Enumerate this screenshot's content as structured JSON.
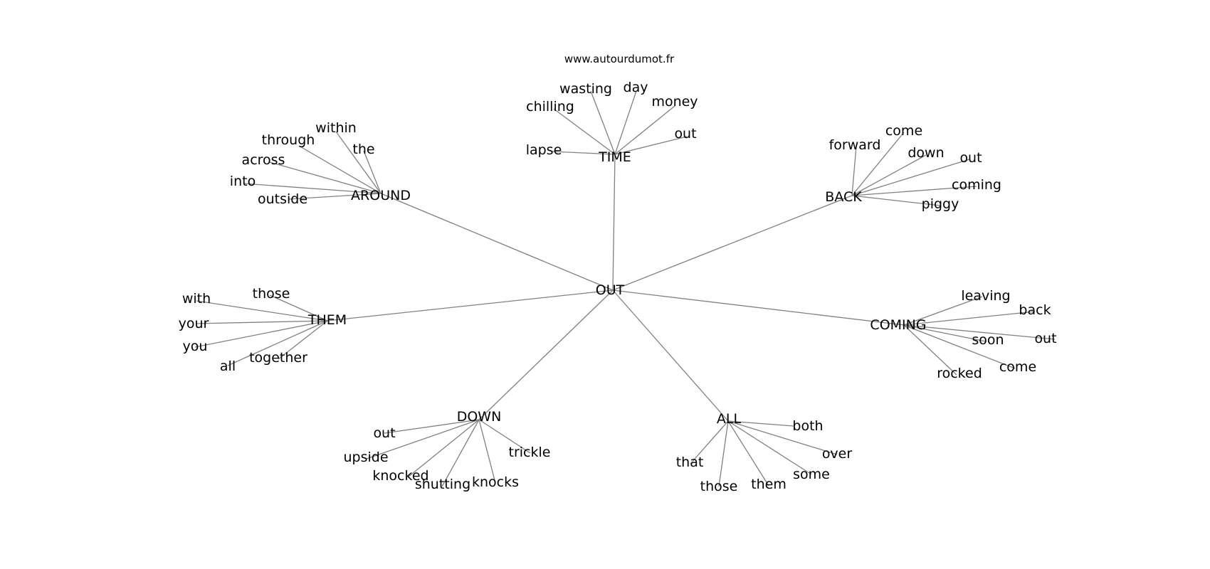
{
  "website": "www.autourdumot.fr",
  "root": "OUT",
  "clusters": [
    {
      "id": "time",
      "hub": "TIME",
      "words": [
        "wasting",
        "day",
        "chilling",
        "money",
        "lapse",
        "out"
      ]
    },
    {
      "id": "around",
      "hub": "AROUND",
      "words": [
        "within",
        "through",
        "the",
        "across",
        "into",
        "outside"
      ]
    },
    {
      "id": "back",
      "hub": "BACK",
      "words": [
        "come",
        "forward",
        "down",
        "out",
        "coming",
        "piggy"
      ]
    },
    {
      "id": "them",
      "hub": "THEM",
      "words": [
        "those",
        "with",
        "your",
        "you",
        "together",
        "all"
      ]
    },
    {
      "id": "coming",
      "hub": "COMING",
      "words": [
        "leaving",
        "back",
        "soon",
        "out",
        "come",
        "rocked"
      ]
    },
    {
      "id": "down",
      "hub": "DOWN",
      "words": [
        "out",
        "trickle",
        "upside",
        "knocked",
        "knocks",
        "shutting"
      ]
    },
    {
      "id": "all",
      "hub": "ALL",
      "words": [
        "both",
        "over",
        "that",
        "some",
        "them",
        "those"
      ]
    }
  ]
}
